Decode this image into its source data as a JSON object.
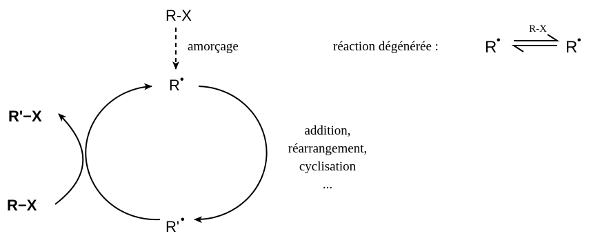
{
  "initiator": {
    "reagent": "R-X",
    "step_label": "amorçage"
  },
  "cycle": {
    "top_species": "R",
    "bottom_species": "R'",
    "radical_mark": "•",
    "transformations": [
      "addition,",
      "réarrangement,",
      "cyclisation",
      "..."
    ]
  },
  "transfer": {
    "reactant": "R−X",
    "product": "R'−X"
  },
  "degenerate": {
    "label": "réaction dégénérée :",
    "left_species": "R",
    "right_species": "R",
    "arrow_label": "R-X"
  }
}
